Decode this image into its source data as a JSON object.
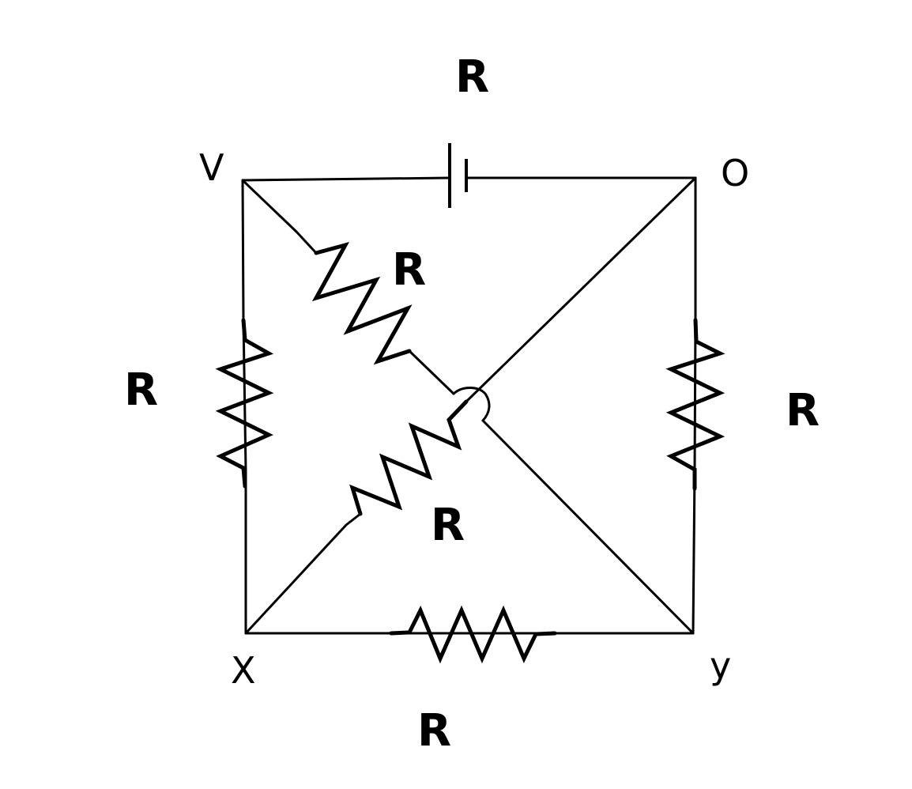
{
  "diagram": {
    "nodes": {
      "top_left": "V",
      "top_right": "O",
      "bottom_left": "X",
      "bottom_right": "y"
    },
    "resistor_labels": {
      "top": "R",
      "left": "R",
      "right": "R",
      "bottom": "R",
      "diagonal_upper": "R",
      "diagonal_lower": "R"
    },
    "colors": {
      "stroke": "#000000",
      "background": "#ffffff"
    }
  }
}
